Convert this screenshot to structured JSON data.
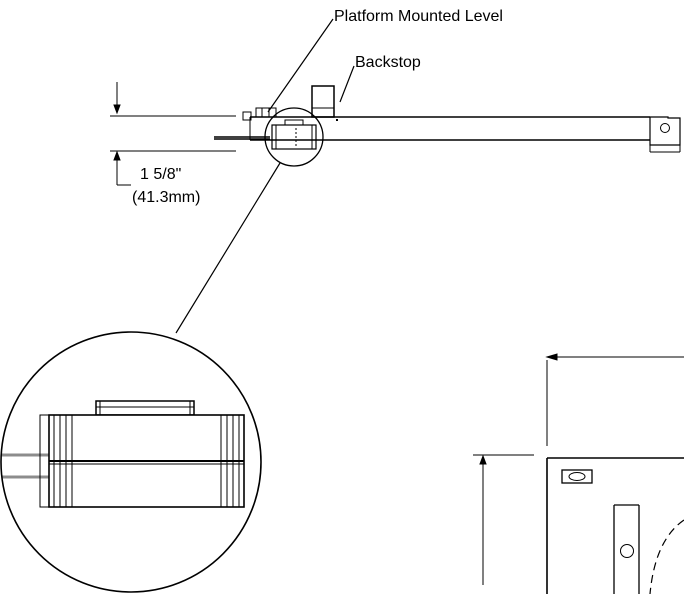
{
  "labels": {
    "platform_level": "Platform Mounted Level",
    "backstop": "Backstop",
    "dimension_inches": "1 5/8\"",
    "dimension_mm": "(41.3mm)"
  },
  "colors": {
    "line": "#000000",
    "background": "#ffffff",
    "rim": "#8c8c8c"
  }
}
